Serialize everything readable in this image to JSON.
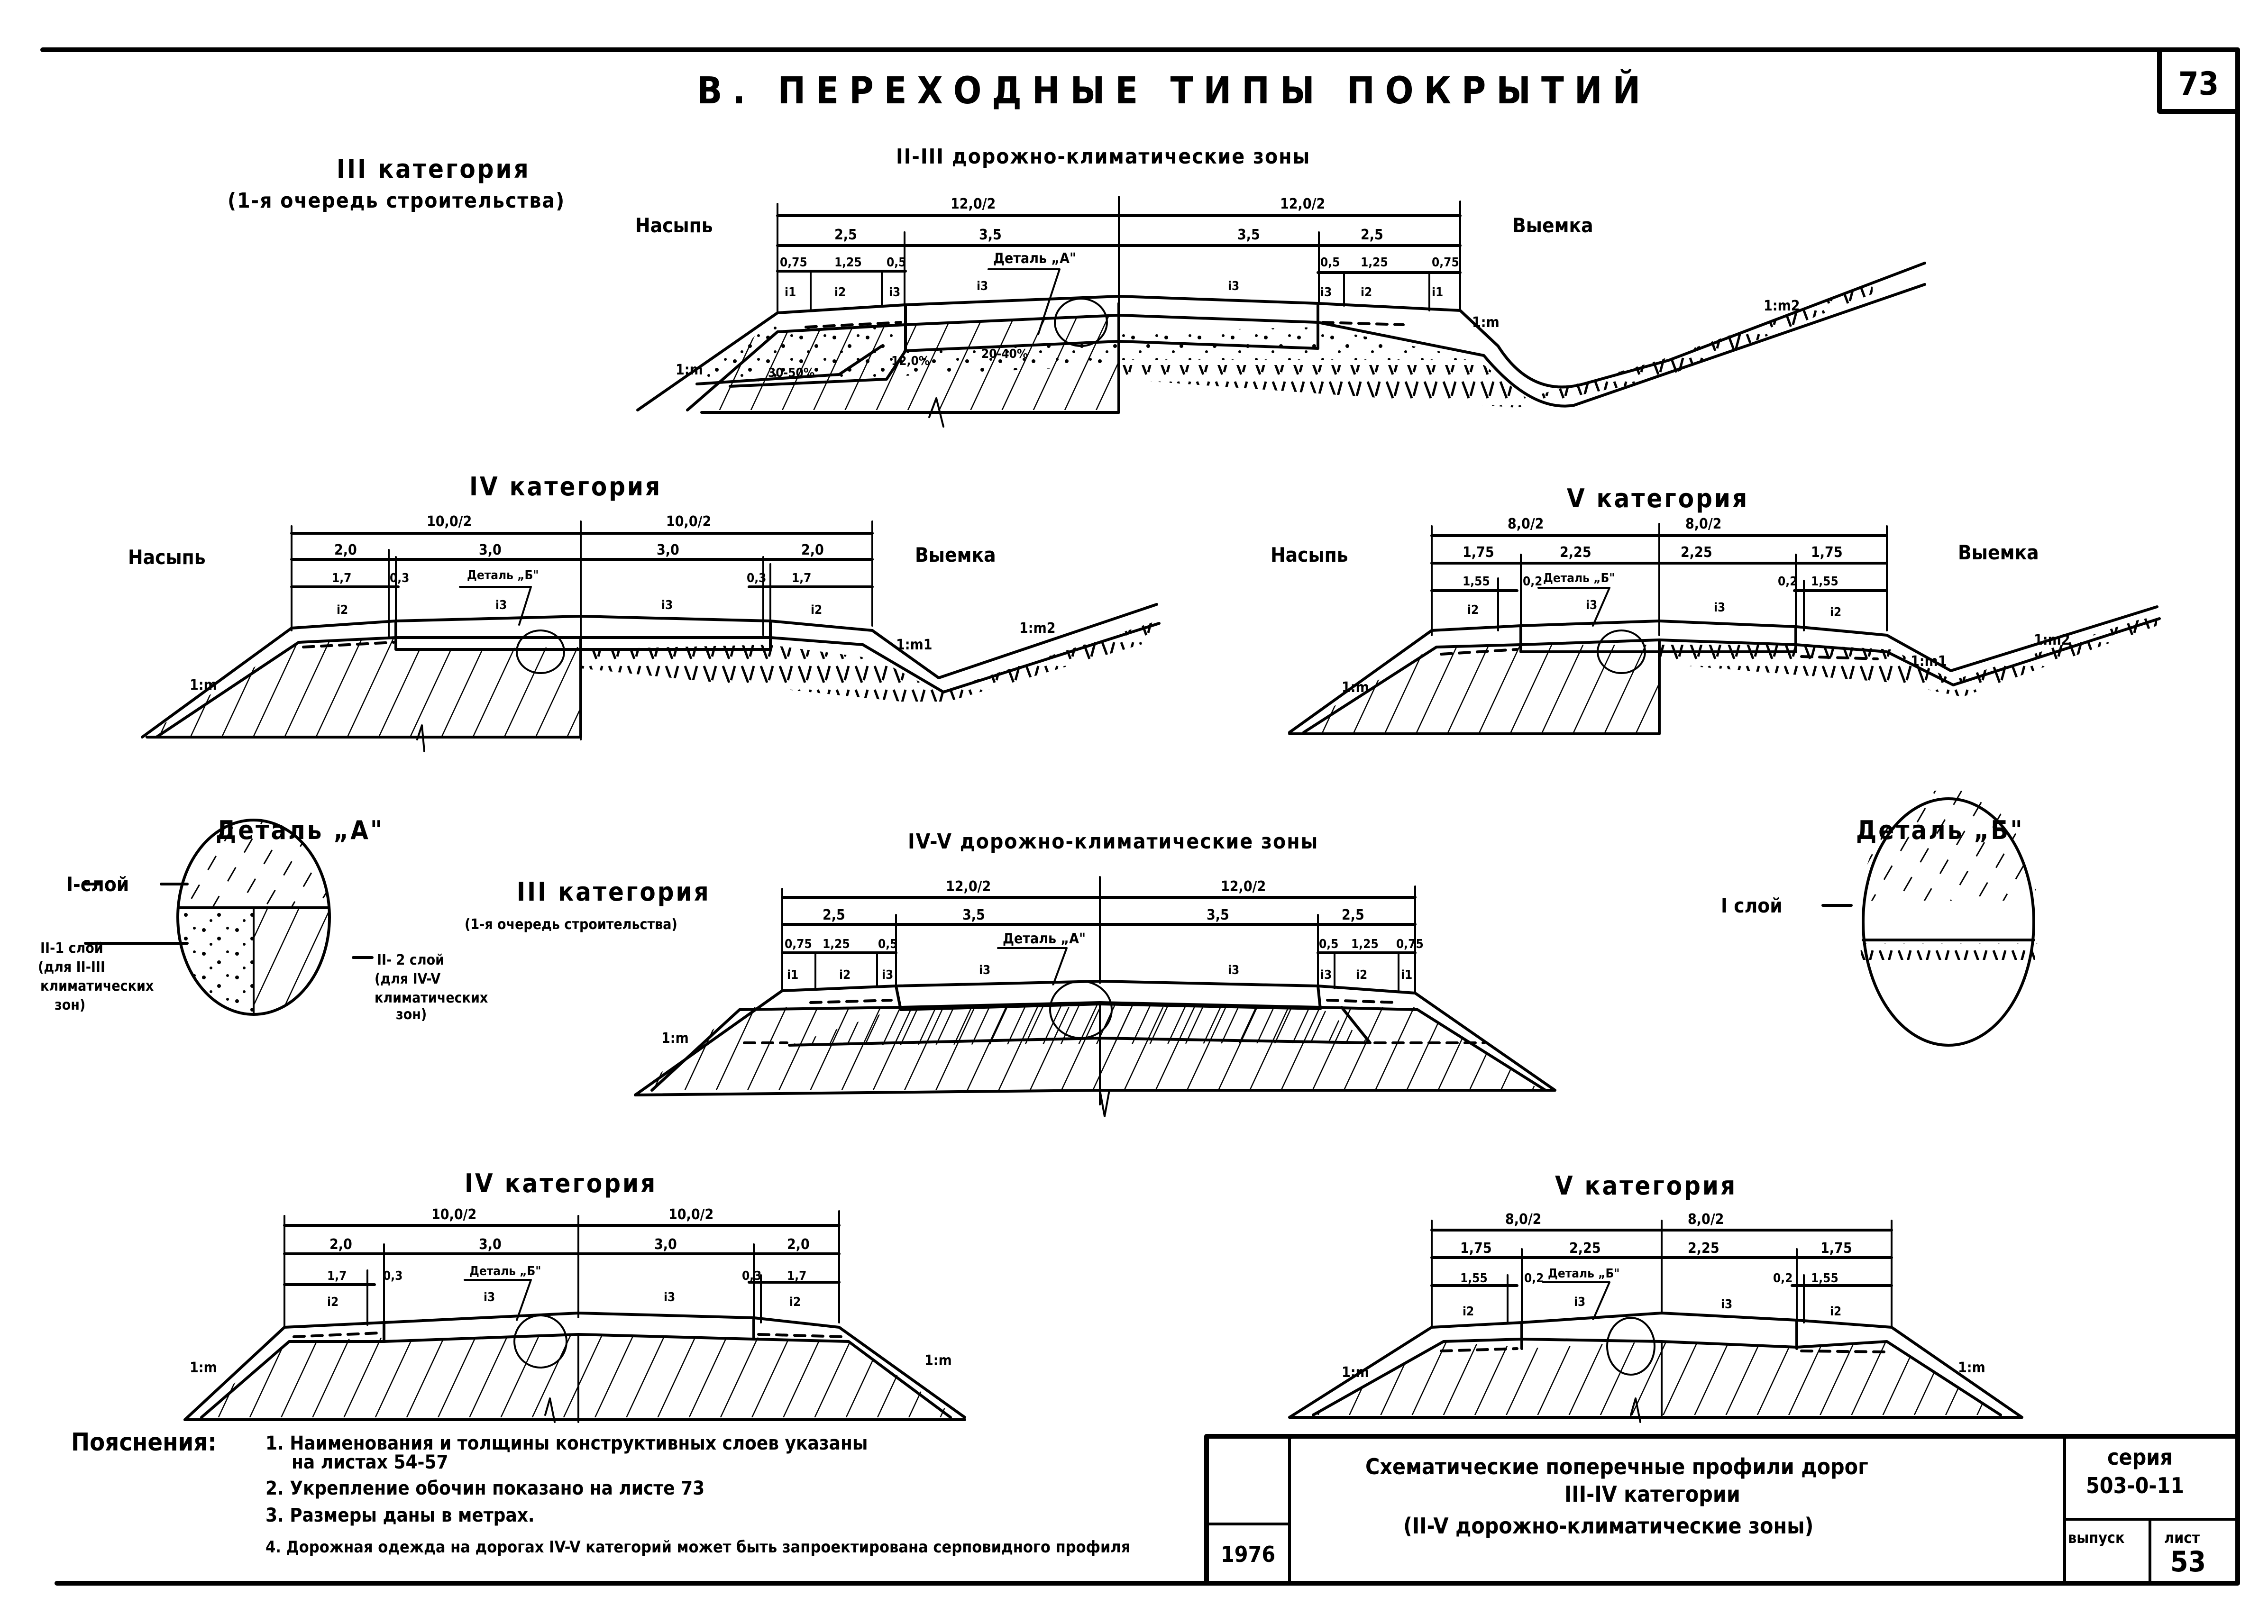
{
  "sheet": {
    "title": "В. ПЕРЕХОДНЫЕ ТИПЫ ПОКРЫТИЙ",
    "page_number": "73"
  },
  "zones_top": {
    "heading": "II-III дорожно-климатические зоны",
    "cat3": {
      "title": "III категория",
      "subtitle": "(1-я очередь строительства)",
      "left_label": "Насыпь",
      "right_label": "Выемка",
      "half_width_left": "12,0/2",
      "half_width_right": "12,0/2",
      "row2": [
        "2,5",
        "3,5",
        "3,5",
        "2,5"
      ],
      "row3_left": [
        "0,75",
        "1,25",
        "0,5"
      ],
      "row3_right": [
        "0,5",
        "1,25",
        "0,75"
      ],
      "detail_label": "Деталь „А\"",
      "slopes_left": [
        "i1",
        "i2",
        "i3",
        "i3"
      ],
      "slopes_right": [
        "i3",
        "i3",
        "i2",
        "i1"
      ],
      "embankment_slope": "1:m",
      "cut_slope_1": "1:m",
      "cut_slope_2": "1:m2",
      "layer_note_1": "30-50%",
      "layer_note_2": "12,0%",
      "layer_note_3": "20-40%"
    },
    "cat4": {
      "title": "IV категория",
      "left_label": "Насыпь",
      "right_label": "Выемка",
      "half_width_left": "10,0/2",
      "half_width_right": "10,0/2",
      "row2": [
        "2,0",
        "3,0",
        "3,0",
        "2,0"
      ],
      "row3_left": [
        "1,7",
        "0,3"
      ],
      "row3_right": [
        "0,3",
        "1,7"
      ],
      "detail_label": "Деталь „Б\"",
      "slopes": [
        "i2",
        "i3",
        "i3",
        "i2"
      ],
      "embankment_slope": "1:m",
      "cut_slope_1": "1:m1",
      "cut_slope_2": "1:m2"
    },
    "cat5": {
      "title": "V категория",
      "left_label": "Насыпь",
      "right_label": "Выемка",
      "half_width_left": "8,0/2",
      "half_width_right": "8,0/2",
      "row2": [
        "1,75",
        "2,25",
        "2,25",
        "1,75"
      ],
      "row3_left": [
        "1,55",
        "0,2"
      ],
      "row3_right": [
        "0,2",
        "1,55"
      ],
      "detail_label": "Деталь „Б\"",
      "slopes": [
        "i2",
        "i3",
        "i3",
        "i2"
      ],
      "embankment_slope": "1:m",
      "cut_slope_1": "1:m1",
      "cut_slope_2": "1:m2"
    }
  },
  "detail_a": {
    "title": "Деталь „А\"",
    "layer1": "I-слой",
    "layer2_1": [
      "II-1 слой",
      "(для II-III",
      "климатических",
      "зон)"
    ],
    "layer2_2": [
      "II- 2 слой",
      "(для IV-V",
      "климатических",
      "зон)"
    ]
  },
  "detail_b": {
    "title": "Деталь „Б\"",
    "layer1": "I слой"
  },
  "zones_bottom": {
    "heading": "IV-V дорожно-климатические зоны",
    "cat3": {
      "title": "III категория",
      "subtitle": "(1-я очередь строительства)",
      "half_width_left": "12,0/2",
      "half_width_right": "12,0/2",
      "row2": [
        "2,5",
        "3,5",
        "3,5",
        "2,5"
      ],
      "row3_left": [
        "0,75",
        "1,25",
        "0,5"
      ],
      "row3_right": [
        "0,5",
        "1,25",
        "0,75"
      ],
      "detail_label": "Деталь „А\"",
      "slopes_left": [
        "i1",
        "i2",
        "i3",
        "i3"
      ],
      "slopes_right": [
        "i3",
        "i3",
        "i2",
        "i1"
      ],
      "side_slope": "1:m"
    },
    "cat4": {
      "title": "IV категория",
      "half_width_left": "10,0/2",
      "half_width_right": "10,0/2",
      "row2": [
        "2,0",
        "3,0",
        "3,0",
        "2,0"
      ],
      "row3_left": [
        "1,7",
        "0,3"
      ],
      "row3_right": [
        "0,3",
        "1,7"
      ],
      "detail_label": "Деталь „Б\"",
      "slopes": [
        "i2",
        "i3",
        "i3",
        "i2"
      ],
      "side_slope": "1:m"
    },
    "cat5": {
      "title": "V категория",
      "half_width_left": "8,0/2",
      "half_width_right": "8,0/2",
      "row2": [
        "1,75",
        "2,25",
        "2,25",
        "1,75"
      ],
      "row3_left": [
        "1,55",
        "0,2"
      ],
      "row3_right": [
        "0,2",
        "1,55"
      ],
      "detail_label": "Деталь „Б\"",
      "slopes": [
        "i2",
        "i3",
        "i3",
        "i2"
      ],
      "side_slope": "1:m"
    }
  },
  "notes": {
    "heading": "Пояснения:",
    "items": [
      "1. Наименования и толщины конструктивных слоев указаны",
      "на листах 54-57",
      "2. Укрепление обочин показано на листе 73",
      "3. Размеры даны в метрах.",
      "4. Дорожная одежда на дорогах IV-V категорий может быть запроектирована серповидного профиля"
    ]
  },
  "stamp": {
    "year": "1976",
    "title_line1": "Схематические поперечные профили дорог",
    "title_line2": "III-IV категории",
    "title_line3": "(II-V дорожно-климатические зоны)",
    "series_label": "серия",
    "series_value": "503-0-11",
    "issue_label": "выпуск",
    "sheet_label": "лист",
    "sheet_value": "53"
  }
}
